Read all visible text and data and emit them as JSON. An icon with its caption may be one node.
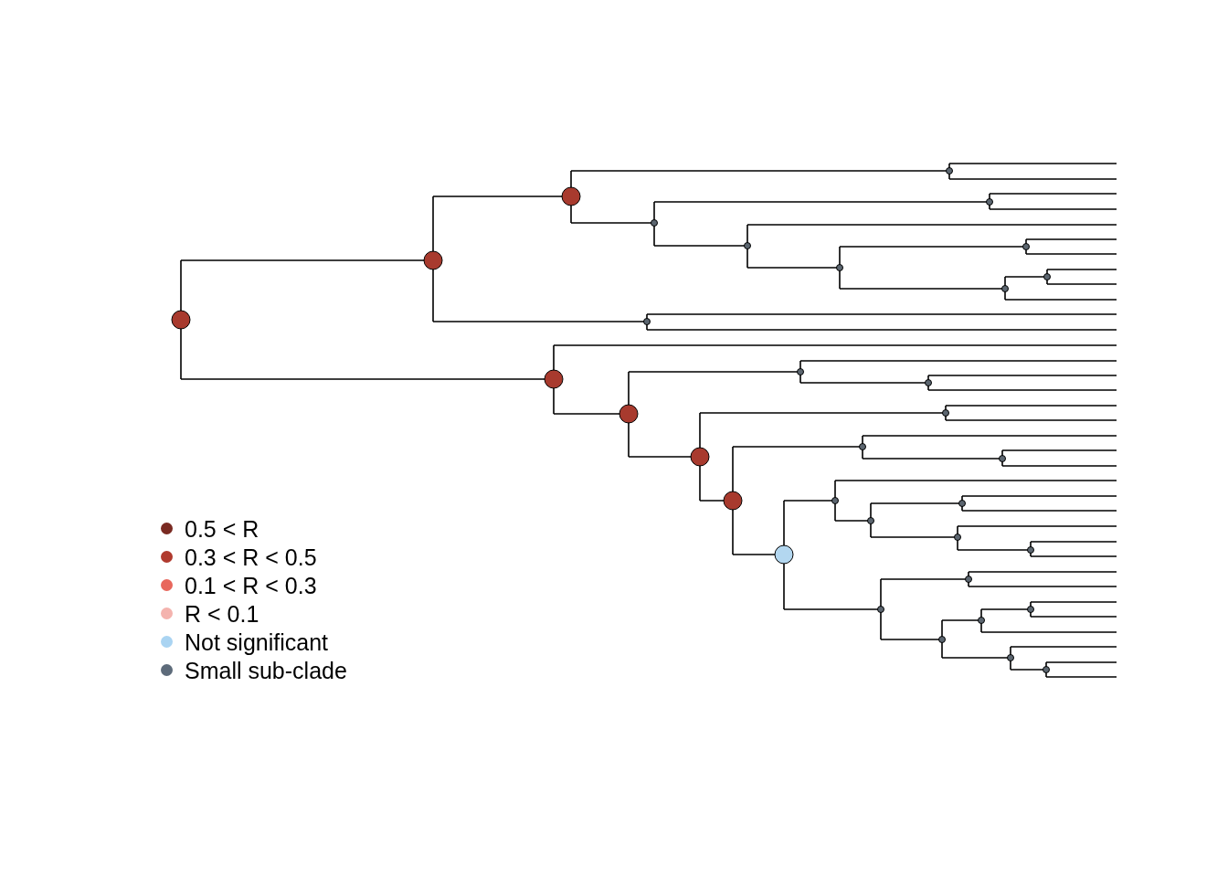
{
  "diagram": {
    "legend": [
      {
        "text": "0.5 < R",
        "color": "#7a2a22"
      },
      {
        "text": "0.3 < R < 0.5",
        "color": "#b03a2e"
      },
      {
        "text": "0.1 < R < 0.3",
        "color": "#e8675c"
      },
      {
        "text": "R < 0.1",
        "color": "#f4b3ae"
      },
      {
        "text": "Not significant",
        "color": "#aad4f2"
      },
      {
        "text": "Small sub-clade",
        "color": "#5d6b7a"
      }
    ]
  }
}
